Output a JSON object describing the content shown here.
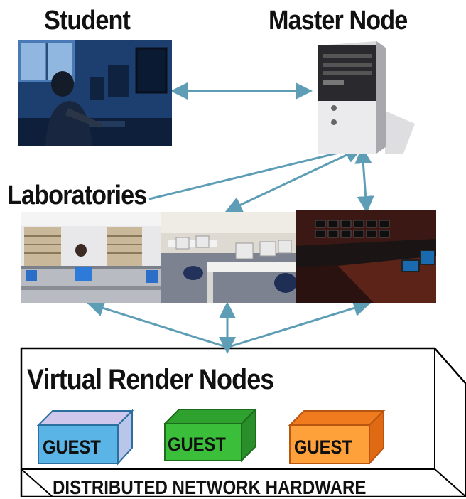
{
  "labels": {
    "student": "Student",
    "master_node": "Master Node",
    "laboratories": "Laboratories",
    "virtual_render_nodes": "Virtual Render Nodes",
    "distributed_network_hardware": "DISTRIBUTED NETWORK HARDWARE"
  },
  "guests": [
    {
      "label": "GUEST",
      "color": "#b8c4ea"
    },
    {
      "label": "GUEST",
      "color": "#3bbf3b"
    },
    {
      "label": "GUEST",
      "color": "#ff8a2a"
    }
  ],
  "colors": {
    "arrow": "#5d9db5",
    "guest_blue_front": "#5ab4e6",
    "guest_green_front": "#3bbf3b",
    "guest_orange_front": "#ffa13a"
  },
  "images": [
    "student-at-computer-photo",
    "server-tower-illustration",
    "library-lab-photo",
    "computer-lab-photo",
    "control-room-photo"
  ]
}
